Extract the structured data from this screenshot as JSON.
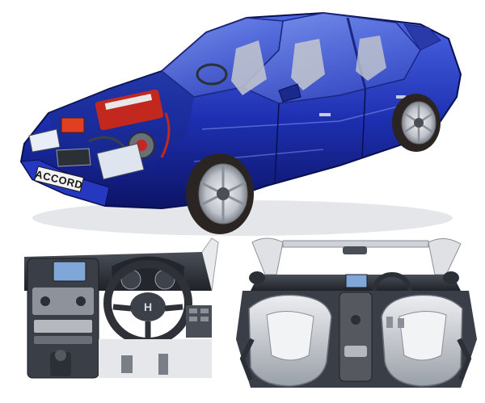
{
  "illustration": {
    "badge_text": "ACCORD",
    "colors": {
      "body_blue": "#1d2fb0",
      "body_highlight": "#4c68e6",
      "body_shadow": "#0c1466",
      "engine_red": "#c2281e",
      "tire": "#2a2422",
      "rim": "#c9ccd2",
      "interior_grey": "#8a8f98",
      "seat_light": "#d6d8dc",
      "dash_dark": "#2b2f36",
      "background": "#ffffff"
    },
    "panels": [
      {
        "name": "cutaway-car",
        "icon": "car-cutaway-icon"
      },
      {
        "name": "dashboard-view",
        "icon": "dashboard-icon"
      },
      {
        "name": "interior-top-view",
        "icon": "interior-layout-icon"
      }
    ]
  }
}
